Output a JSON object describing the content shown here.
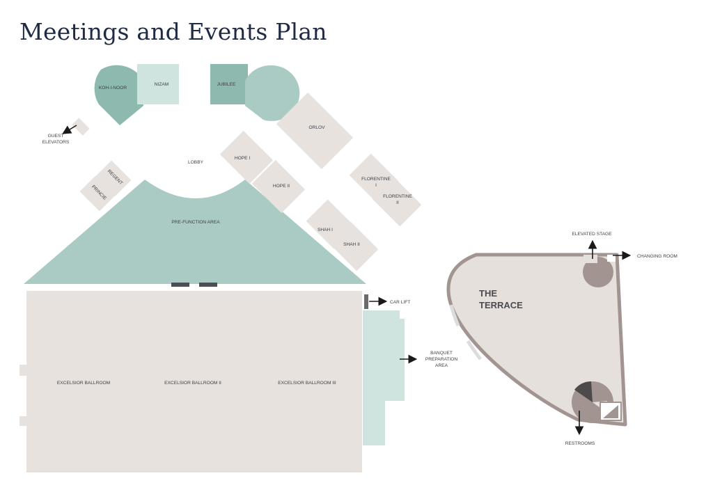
{
  "title": "Meetings and Events Plan",
  "colors": {
    "room_beige": "#e7e2de",
    "room_teal": "#a9cbc3",
    "room_teal_light": "#cfe4df",
    "room_teal_dark": "#8db9ae",
    "terrace_border": "#a29591",
    "terrace_fill": "#e5e0dc",
    "label": "#3c4046",
    "title": "#1f2a44"
  },
  "rooms": {
    "koh_i_noor": "KOH-I-NOOR",
    "nizam": "NIZAM",
    "jubilee": "JUBILEE",
    "orlov": "ORLOV",
    "lobby": "LOBBY",
    "hope_i": "HOPE I",
    "hope_ii": "HOPE II",
    "florentine_i_line1": "FLORENTINE",
    "florentine_i_line2": "I",
    "florentine_ii_line1": "FLORENTINE",
    "florentine_ii_line2": "II",
    "regent": "REGENT",
    "princie": "PRINCIE",
    "pre_function": "PRE-FUNCTION AREA",
    "shah_i": "SHAH I",
    "shah_ii": "SHAH II",
    "ballroom_1": "EXCELSIOR BALLROOM",
    "ballroom_2": "EXCELSIOR BALLROOM II",
    "ballroom_3": "EXCELSIOR BALLROOM III"
  },
  "facilities": {
    "guest_elevators_line1": "GUEST",
    "guest_elevators_line2": "ELEVATORS",
    "car_lift": "CAR LIFT",
    "banquet_line1": "BANQUET",
    "banquet_line2": "PREPARATION",
    "banquet_line3": "AREA"
  },
  "terrace": {
    "name_line1": "THE",
    "name_line2": "TERRACE",
    "elevated_stage": "ELEVATED STAGE",
    "changing_room": "CHANGING ROOM",
    "restrooms": "RESTROOMS"
  }
}
